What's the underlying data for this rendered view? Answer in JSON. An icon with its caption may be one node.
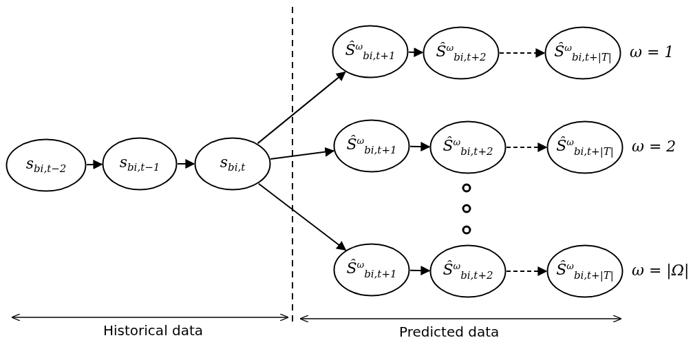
{
  "diagram": {
    "nodes": [
      {
        "text": [
          "s$_{bi,t−2}$"
        ]
      },
      {
        "text": [
          "s$_{bi,t−1}$"
        ]
      },
      {
        "text": [
          "s$_{bi,t}$"
        ]
      },
      {
        "text": [
          "Ŝ$^{ω}$$_{bi,t+1}$"
        ]
      },
      {
        "text": [
          "Ŝ$^{ω}$$_{bi,t+2}$"
        ]
      },
      {
        "text": [
          "Ŝ$^{ω}$$_{bi,t+|T|}$"
        ],
        "beside": [
          "ω = 1"
        ]
      },
      {
        "text": [
          "Ŝ$^{ω}$$_{bi,t+1}$"
        ]
      },
      {
        "text": [
          "Ŝ$^{ω}$$_{bi,t+2}$"
        ]
      },
      {
        "text": [
          "Ŝ$^{ω}$$_{bi,t+|T|}$"
        ],
        "beside": [
          "ω = 2"
        ]
      },
      {
        "text": [
          "Ŝ$^{ω}$$_{bi,t+1}$"
        ]
      },
      {
        "text": [
          "Ŝ$^{ω}$$_{bi,t+2}$"
        ]
      },
      {
        "text": [
          "Ŝ$^{ω}$$_{bi,t+|T|}$"
        ],
        "beside": [
          "ω = |Ω|"
        ]
      }
    ],
    "edges": [
      {
        "from": 0,
        "to": 1,
        "arrow": "to"
      },
      {
        "from": 1,
        "to": 2,
        "arrow": "to"
      },
      {
        "from": 2,
        "to": 3,
        "arrow": "to"
      },
      {
        "from": 2,
        "to": 6,
        "arrow": "to"
      },
      {
        "from": 2,
        "to": 9,
        "arrow": "to"
      },
      {
        "from": 3,
        "to": 4,
        "arrow": "to"
      },
      {
        "from": 4,
        "to": 5,
        "arrow": "to",
        "style": "dashed"
      },
      {
        "from": 6,
        "to": 7,
        "arrow": "to"
      },
      {
        "from": 7,
        "to": 8,
        "arrow": "to",
        "style": "dashed"
      },
      {
        "from": 9,
        "to": 10,
        "arrow": "to"
      },
      {
        "from": 10,
        "to": 11,
        "arrow": "to",
        "style": "dashed"
      }
    ],
    "labels": [
      "Historical data",
      "Predicted data"
    ]
  }
}
